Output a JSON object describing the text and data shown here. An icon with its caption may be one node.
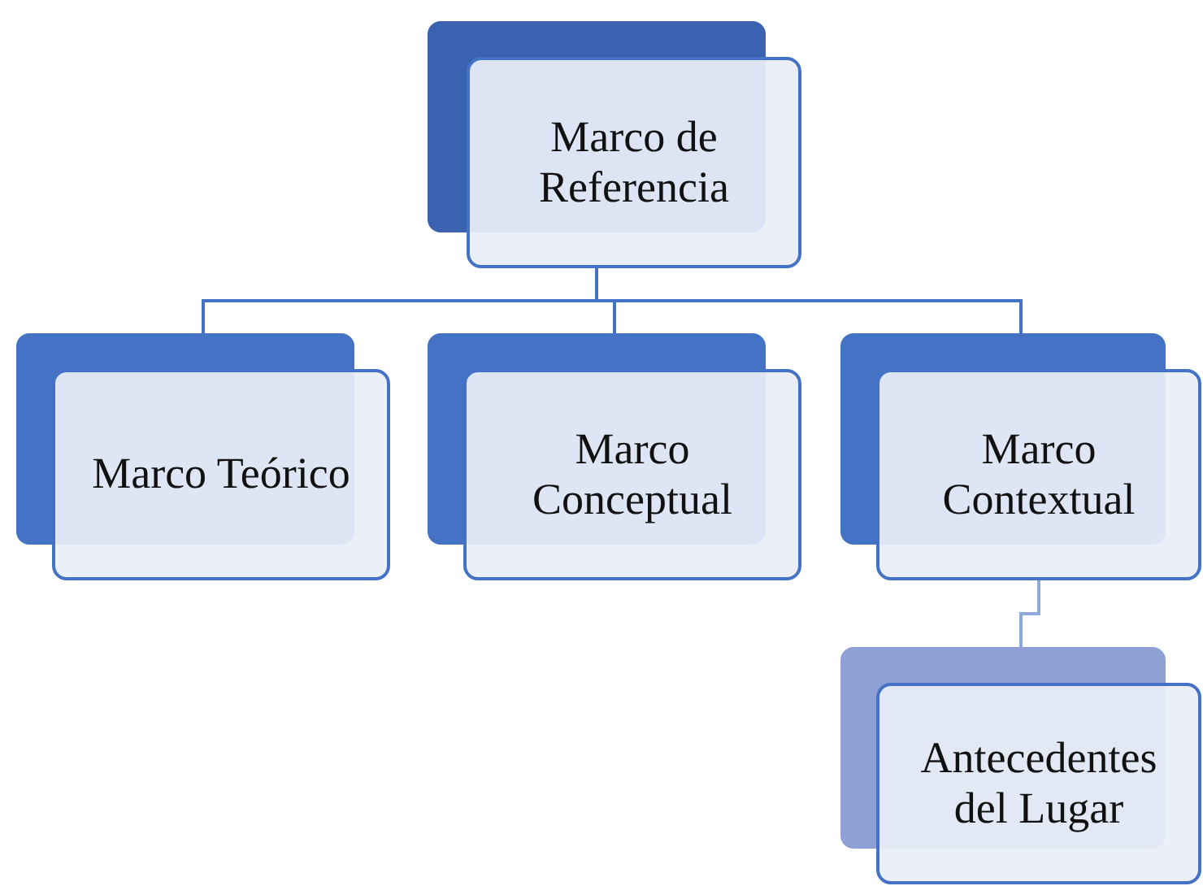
{
  "diagram": {
    "nodes": [
      {
        "text": [
          "Marco de Referencia"
        ]
      },
      {
        "text": [
          "Marco Teórico"
        ]
      },
      {
        "text": [
          "Marco Conceptual"
        ]
      },
      {
        "text": [
          "Marco Contextual"
        ]
      },
      {
        "text": [
          "Antecedentes del Lugar"
        ]
      }
    ],
    "edges": [
      {
        "from": 0,
        "to": 1,
        "arrow": "none"
      },
      {
        "from": 0,
        "to": 2,
        "arrow": "none"
      },
      {
        "from": 0,
        "to": 3,
        "arrow": "none"
      },
      {
        "from": 3,
        "to": 4,
        "arrow": "none",
        "color": "#8eaadb"
      }
    ]
  }
}
